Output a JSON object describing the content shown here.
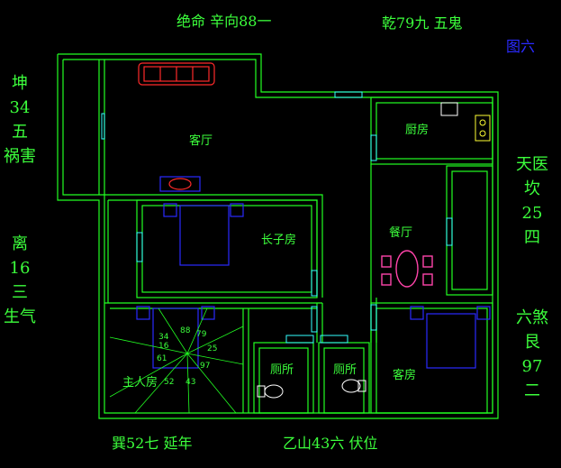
{
  "header": {
    "left": "绝命 辛向88一",
    "right": "乾79九 五鬼",
    "figure": "图六"
  },
  "footer": {
    "left": "巽52七 延年",
    "right": "乙山43六 伏位"
  },
  "left_side": {
    "kun": [
      "坤",
      "34",
      "五",
      "祸害"
    ],
    "li": [
      "离",
      "16",
      "三",
      "生气"
    ]
  },
  "right_side": {
    "kan": [
      "天医",
      "坎",
      "25",
      "四"
    ],
    "gen": [
      "六煞",
      "艮",
      "97",
      "二"
    ]
  },
  "rooms": {
    "living": "客厅",
    "kitchen": "厨房",
    "dining": "餐厅",
    "eldest_son": "长子房",
    "master": "主人房",
    "toilet_1": "厕所",
    "toilet_2": "厕所",
    "guest": "客房"
  },
  "compass": {
    "n1": "34",
    "n2": "88",
    "n3": "79",
    "n4": "16",
    "n5": "25",
    "n6": "61",
    "n7": "97",
    "n8": "52",
    "n9": "43"
  },
  "colors": {
    "wall": "#22ff22",
    "label": "#3cff3c",
    "furniture": "#2a2aff",
    "sofa": "#ff2a2a",
    "window": "#33ffff",
    "figure_label": "#2a2aff"
  }
}
